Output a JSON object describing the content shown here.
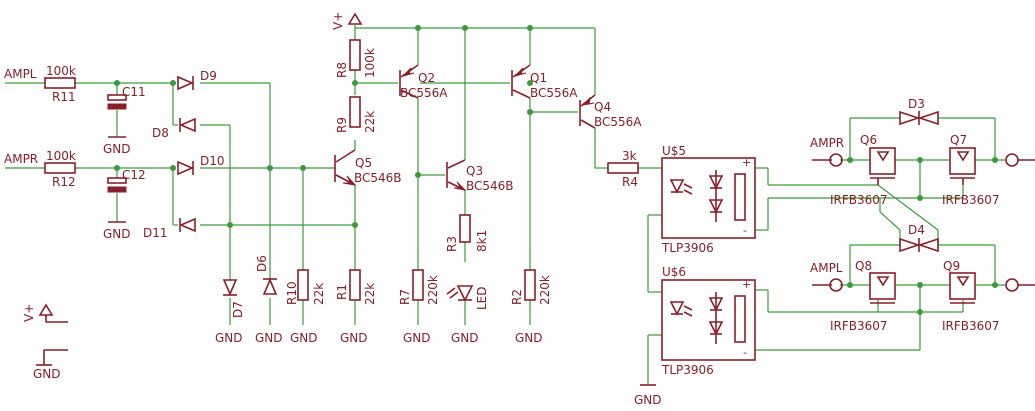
{
  "inputs": {
    "ampl": "AMPL",
    "ampr": "AMPR"
  },
  "supply": {
    "vplus": "V+",
    "gnd": "GND"
  },
  "resistors": {
    "r11": {
      "name": "R11",
      "value": "100k"
    },
    "r12": {
      "name": "R12",
      "value": "100k"
    },
    "r8": {
      "name": "R8",
      "value": "100k"
    },
    "r9": {
      "name": "R9",
      "value": "22k"
    },
    "r10": {
      "name": "R10",
      "value": "22k"
    },
    "r1": {
      "name": "R1",
      "value": "22k"
    },
    "r7": {
      "name": "R7",
      "value": "220k"
    },
    "r3": {
      "name": "R3",
      "value": "8k1"
    },
    "r2": {
      "name": "R2",
      "value": "220k"
    },
    "r4": {
      "name": "R4",
      "value": "3k"
    }
  },
  "capacitors": {
    "c11": "C11",
    "c12": "C12"
  },
  "diodes": {
    "d9": "D9",
    "d8": "D8",
    "d10": "D10",
    "d11": "D11",
    "d7": "D7",
    "d6": "D6",
    "d3": "D3",
    "d4": "D4"
  },
  "transistors": {
    "q5": {
      "name": "Q5",
      "part": "BC546B"
    },
    "q2": {
      "name": "Q2",
      "part": "BC556A"
    },
    "q1": {
      "name": "Q1",
      "part": "BC556A"
    },
    "q3": {
      "name": "Q3",
      "part": "BC546B"
    },
    "q4": {
      "name": "Q4",
      "part": "BC556A"
    }
  },
  "led": "LED",
  "optos": {
    "u5": {
      "name": "U$5",
      "part": "TLP3906"
    },
    "u6": {
      "name": "U$6",
      "part": "TLP3906"
    }
  },
  "mosfets": {
    "q6": {
      "name": "Q6",
      "part": "IRFB3607"
    },
    "q7": {
      "name": "Q7",
      "part": "IRFB3607"
    },
    "q8": {
      "name": "Q8",
      "part": "IRFB3607"
    },
    "q9": {
      "name": "Q9",
      "part": "IRFB3607"
    }
  },
  "opto_pins": {
    "plus": "+",
    "minus": "-"
  }
}
